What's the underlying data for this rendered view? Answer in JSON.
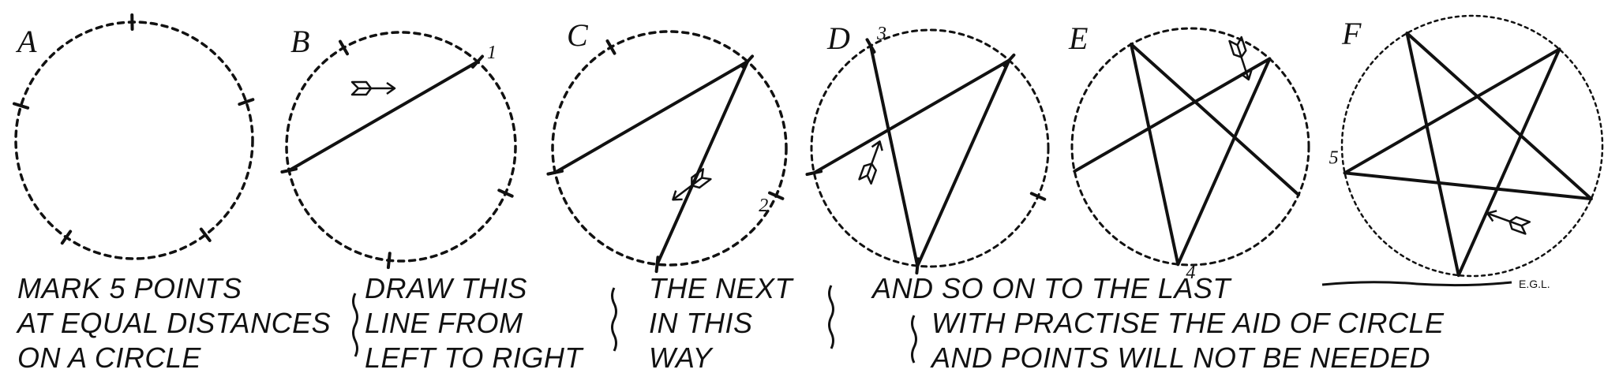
{
  "panels": [
    {
      "letter": "A",
      "point_labels": []
    },
    {
      "letter": "B",
      "point_labels": [
        "1"
      ]
    },
    {
      "letter": "C",
      "point_labels": [
        "2"
      ]
    },
    {
      "letter": "D",
      "point_labels": [
        "3"
      ]
    },
    {
      "letter": "E",
      "point_labels": [
        "4"
      ]
    },
    {
      "letter": "F",
      "point_labels": [
        "5"
      ]
    }
  ],
  "captions": {
    "a": [
      "MARK 5 POINTS",
      "AT EQUAL DISTANCES",
      "ON A CIRCLE"
    ],
    "b": [
      "DRAW THIS",
      "LINE FROM",
      "LEFT TO RIGHT"
    ],
    "c": [
      "THE NEXT",
      "IN THIS",
      "WAY"
    ],
    "d": [
      "AND SO ON TO THE LAST"
    ],
    "e": [
      "WITH PRACTISE THE AID OF CIRCLE",
      "AND POINTS WILL NOT BE NEEDED"
    ]
  },
  "signature": "E.G.L.",
  "colors": {
    "ink": "#111111",
    "paper": "#ffffff"
  }
}
